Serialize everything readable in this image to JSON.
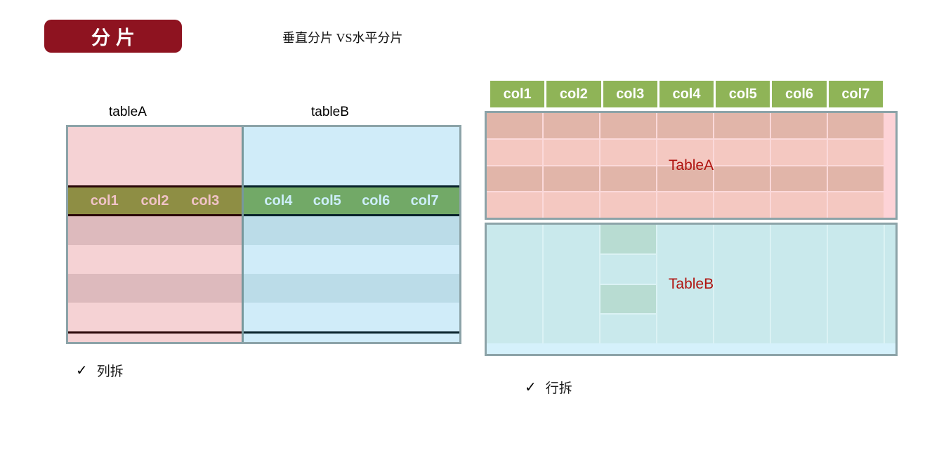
{
  "header": {
    "badge": "分片",
    "subtitle": "垂直分片 VS水平分片"
  },
  "vertical_sharding": {
    "table_a_label": "tableA",
    "table_b_label": "tableB",
    "table_a_columns": [
      "col1",
      "col2",
      "col3"
    ],
    "table_b_columns": [
      "col4",
      "col5",
      "col6",
      "col7"
    ],
    "checkmark": "✓",
    "caption": "列拆"
  },
  "horizontal_sharding": {
    "columns": [
      "col1",
      "col2",
      "col3",
      "col4",
      "col5",
      "col6",
      "col7"
    ],
    "table_a_label": "TableA",
    "table_b_label": "TableB",
    "checkmark": "✓",
    "caption": "行拆"
  },
  "colors": {
    "badge_red": "#8E1320",
    "table_label_red": "#B01410",
    "header_green": "#8FB457",
    "olive_band": "#8E8E44",
    "green_band": "#72A967",
    "block_border_gray": "#8CA3A8",
    "pink_light": "#F5D2D4",
    "pink_dark": "#DDBABD",
    "blue_light": "#D0ECF9",
    "blue_dark": "#BBDCE8",
    "tablea_cell_dark": "#E1B5A9",
    "tablea_cell_light": "#F4C8C1",
    "tableb_fill": "#C9E9EC",
    "tableb_green_cell": "#B8DCD2"
  }
}
